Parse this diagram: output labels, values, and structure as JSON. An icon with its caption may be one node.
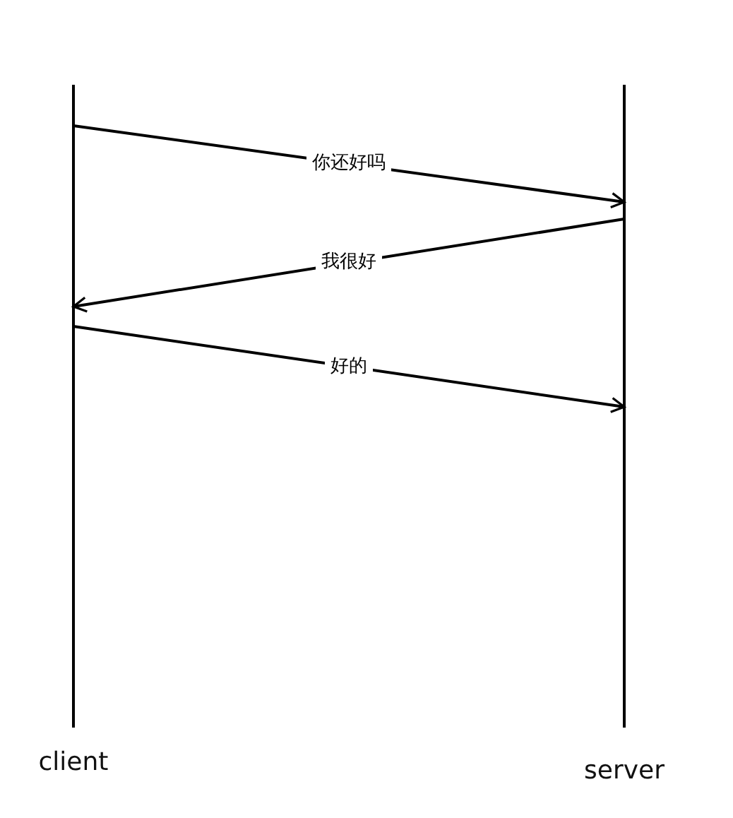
{
  "diagram": {
    "nodes": [
      {
        "text": [],
        "shape": "bar",
        "beside": [
          "client"
        ]
      },
      {
        "text": [],
        "shape": "bar",
        "beside": [
          "server"
        ]
      }
    ],
    "edges": [
      {
        "from": 0,
        "to": 1,
        "arrow": "to",
        "label": "你还好吗"
      },
      {
        "from": 1,
        "to": 0,
        "arrow": "to",
        "label": "我很好"
      },
      {
        "from": 0,
        "to": 1,
        "arrow": "to",
        "label": "好的"
      }
    ]
  }
}
